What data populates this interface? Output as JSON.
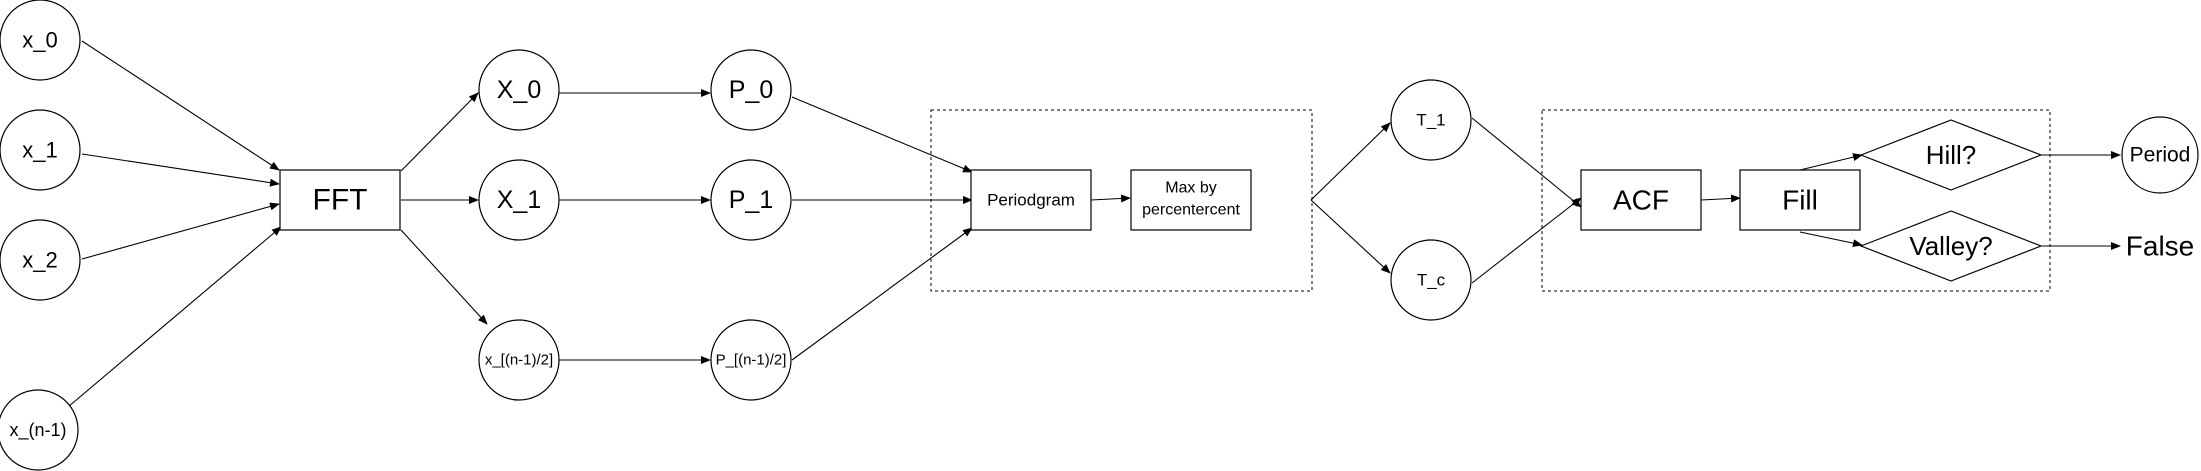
{
  "diagram": {
    "inputs": [
      "x_0",
      "x_1",
      "x_2",
      "x_(n-1)"
    ],
    "fft": "FFT",
    "spectra": [
      "X_0",
      "X_1",
      "x_[(n-1)/2]"
    ],
    "powers": [
      "P_0",
      "P_1",
      "P_[(n-1)/2]"
    ],
    "periodogram": "Periodgram",
    "max_by_percent": [
      "Max by",
      "percentercent"
    ],
    "thresholds": [
      "T_1",
      "T_c"
    ],
    "acf": "ACF",
    "fill": "Fill",
    "hill": "Hill?",
    "valley": "Valley?",
    "period": "Period",
    "false_label": "False"
  },
  "colors": {
    "stroke": "#000000",
    "background": "#ffffff"
  }
}
